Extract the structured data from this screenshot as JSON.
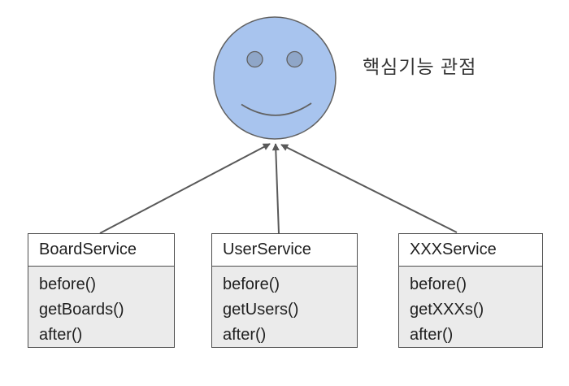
{
  "diagram": {
    "viewpoint_label": "핵심기능 관점",
    "face": "smiley-face",
    "classes": [
      {
        "name": "BoardService",
        "methods": [
          "before()",
          "getBoards()",
          "after()"
        ]
      },
      {
        "name": "UserService",
        "methods": [
          "before()",
          "getUsers()",
          "after()"
        ]
      },
      {
        "name": "XXXService",
        "methods": [
          "before()",
          "getXXXs()",
          "after()"
        ]
      }
    ],
    "colors": {
      "background": "#ffffff",
      "face_fill": "#a8c4ee",
      "face_stroke": "#616161",
      "eye_fill": "#8fa6c8",
      "arrow": "#595959",
      "box_border": "#4d4d4d",
      "box_header_fill": "#ffffff",
      "box_body_fill": "#ebebeb",
      "box_text": "#1f1f1f",
      "label_text": "#333333"
    }
  }
}
